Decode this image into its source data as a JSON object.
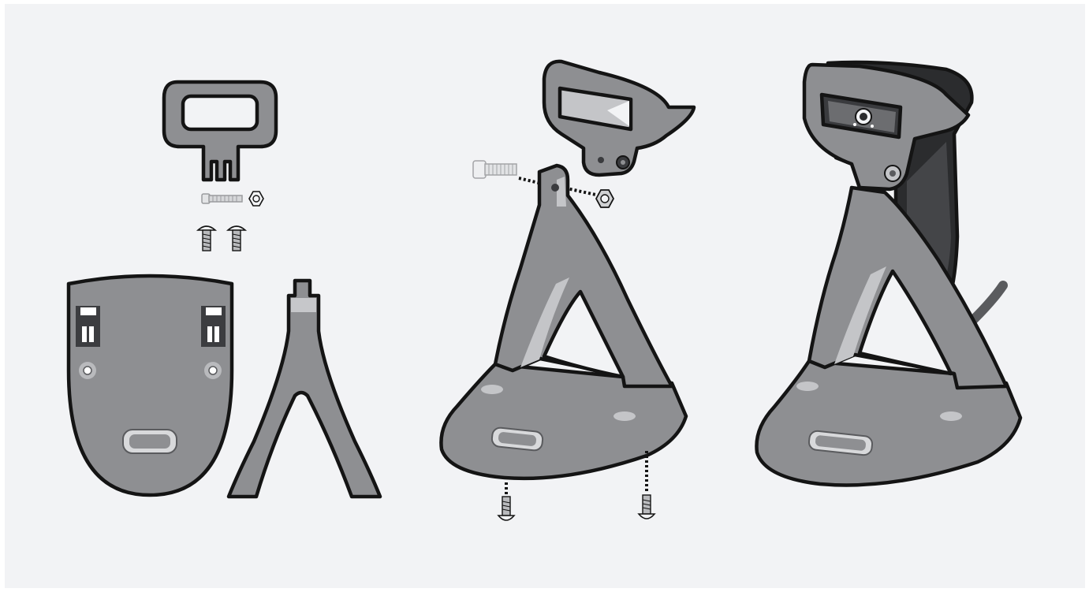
{
  "figure": {
    "description_hidden": "",
    "colors": {
      "background": "#f2f3f5",
      "part_gray": "#8e8f92",
      "part_light": "#b9babd",
      "part_dark": "#5a5b5e",
      "outline": "#141414",
      "scanner_black": "#2b2c2e"
    },
    "panels": [
      {
        "id": "exploded-parts",
        "items": [
          "handle-clip",
          "hinge-bolt",
          "hex-nut",
          "base-screw",
          "base-screw",
          "base-plate",
          "stand-arm"
        ]
      },
      {
        "id": "assembly-step",
        "items": [
          "handle-clip",
          "hinge-bolt",
          "hex-nut",
          "stand-assembled",
          "base-screw",
          "base-screw"
        ]
      },
      {
        "id": "final-with-scanner",
        "items": [
          "stand-assembled",
          "barcode-scanner",
          "scanner-cable"
        ]
      }
    ]
  }
}
